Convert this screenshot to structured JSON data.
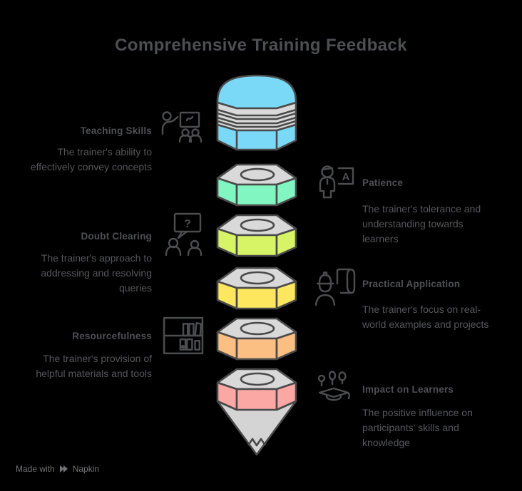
{
  "title": "Comprehensive Training Feedback",
  "sections": [
    {
      "id": "teaching-skills",
      "side": "left",
      "title": "Teaching Skills",
      "description": "The trainer's ability to\neffectively convey concepts",
      "icon": "presentation-audience-icon"
    },
    {
      "id": "doubt-clearing",
      "side": "left",
      "title": "Doubt Clearing",
      "description": "The trainer's approach to\naddressing and resolving\nqueries",
      "icon": "question-bubble-people-icon"
    },
    {
      "id": "resourcefulness",
      "side": "left",
      "title": "Resourcefulness",
      "description": "The trainer's provision of\nhelpful materials and tools",
      "icon": "bookshelf-icon"
    },
    {
      "id": "patience",
      "side": "right",
      "title": "Patience",
      "description": "The trainer's tolerance and\nunderstanding towards\nlearners",
      "icon": "teacher-flipchart-icon"
    },
    {
      "id": "practical-application",
      "side": "right",
      "title": "Practical Application",
      "description": "The trainer's focus on real-\nworld examples and projects",
      "icon": "engineer-blueprint-icon"
    },
    {
      "id": "impact-on-learners",
      "side": "right",
      "title": "Impact on Learners",
      "description": "The positive influence on\nparticipants' skills and\nknowledge",
      "icon": "graduation-growth-icon"
    }
  ],
  "pencil": {
    "shape": "stacked-pencil-segments",
    "segments": [
      {
        "section": "Teaching Skills",
        "color": "#7BD9F8"
      },
      {
        "section": "Patience",
        "color": "#82F6C0"
      },
      {
        "section": "Doubt Clearing",
        "color": "#D7F466"
      },
      {
        "section": "Practical Application",
        "color": "#FCE75E"
      },
      {
        "section": "Resourcefulness",
        "color": "#FBBE83"
      },
      {
        "section": "Impact on Learners",
        "color": "#FBA8A5"
      }
    ],
    "outline": "#4A4A4B",
    "metal": "#D9D9D9",
    "top_face": "#D9D9D9",
    "wood": "#D4D4D4"
  },
  "icon_letters": {
    "doubt": "?",
    "patience": "A"
  },
  "footer": {
    "prefix": "Made with",
    "brand": "Napkin"
  },
  "theme": {
    "background": "#000000",
    "title_color": "#4E4F53",
    "text_color": "#56575B",
    "icon_color": "#4C4D4F"
  }
}
